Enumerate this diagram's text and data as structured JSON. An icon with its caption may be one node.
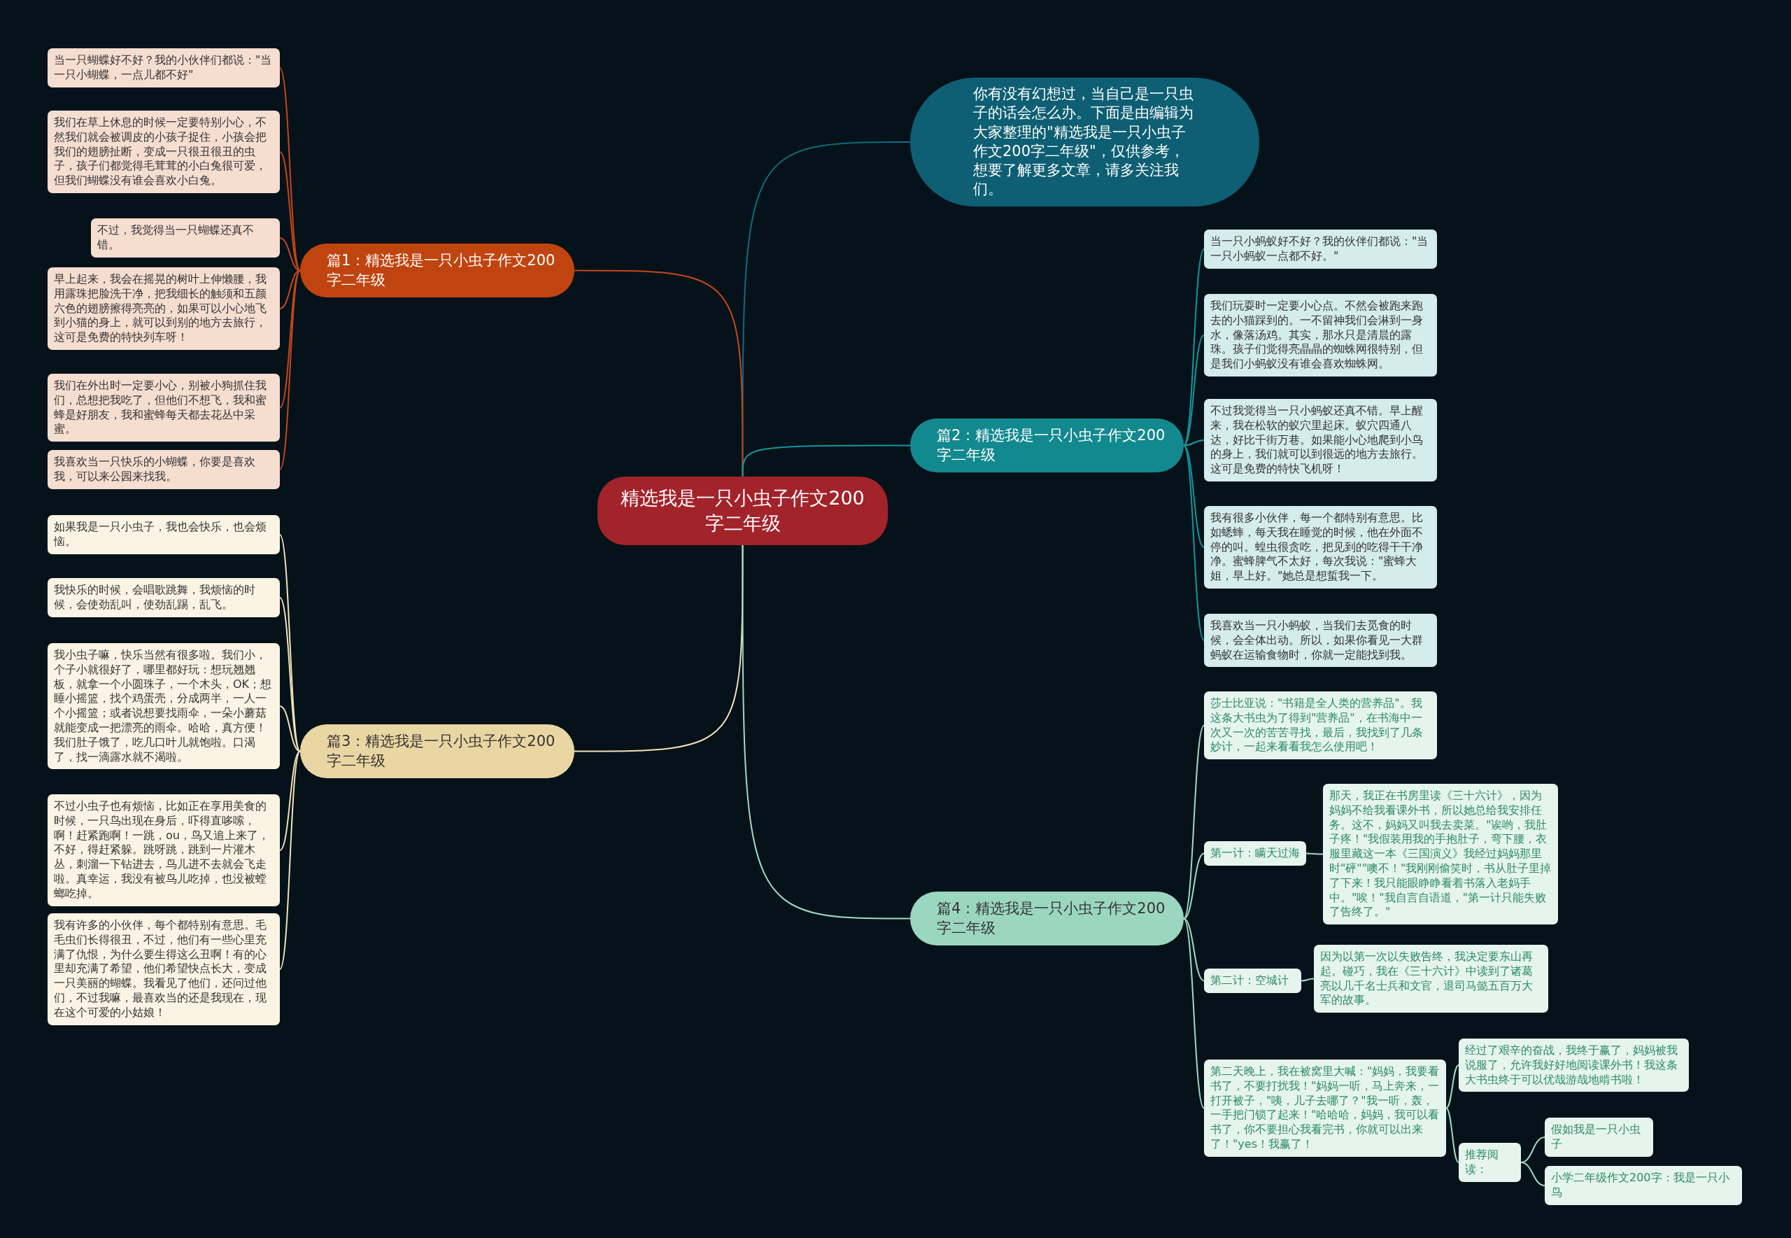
{
  "diagram": {
    "nodes": [
      {
        "text": [
          "精选我是一只小虫子作文200字二年级"
        ]
      },
      {
        "text": [
          "你有没有幻想过，当自己是一只虫子的话会怎么办。下面是由编辑为大家整理的\"精选我是一只小虫子作文200字二年级\"，仅供参考，想要了解更多文章，请多关注我们。"
        ]
      },
      {
        "text": [
          "篇1：精选我是一只小虫子作文200字二年级"
        ]
      },
      {
        "text": [
          "当一只蝴蝶好不好？我的小伙伴们都说：\"当一只小蝴蝶，一点儿都不好\""
        ]
      },
      {
        "text": [
          "我们在草上休息的时候一定要特别小心，不然我们就会被调皮的小孩子捉住，小孩会把我们的翅膀扯断，变成一只很丑很丑的虫子，孩子们都觉得毛茸茸的小白兔很可爱，但我们蝴蝶没有谁会喜欢小白兔。"
        ]
      },
      {
        "text": [
          "不过，我觉得当一只蝴蝶还真不错。"
        ]
      },
      {
        "text": [
          "早上起来，我会在摇晃的树叶上伸懒腰，我用露珠把脸洗干净，把我细长的触须和五颜六色的翅膀擦得亮亮的，如果可以小心地飞到小猫的身上，就可以到别的地方去旅行，这可是免费的特快列车呀！"
        ]
      },
      {
        "text": [
          "我们在外出时一定要小心，别被小狗抓住我们，总想把我吃了，但他们不想飞，我和蜜蜂是好朋友，我和蜜蜂每天都去花丛中采蜜。"
        ]
      },
      {
        "text": [
          "我喜欢当一只快乐的小蝴蝶，你要是喜欢我，可以来公园来找我。"
        ]
      },
      {
        "text": [
          "篇2：精选我是一只小虫子作文200字二年级"
        ]
      },
      {
        "text": [
          "当一只小蚂蚁好不好？我的伙伴们都说：\"当一只小蚂蚁一点都不好。\""
        ]
      },
      {
        "text": [
          "我们玩耍时一定要小心点。不然会被跑来跑去的小猫踩到的。一不留神我们会淋到一身水，像落汤鸡。其实，那水只是清晨的露珠。孩子们觉得亮晶晶的蜘蛛网很特别，但是我们小蚂蚁没有谁会喜欢蜘蛛网。"
        ]
      },
      {
        "text": [
          "不过我觉得当一只小蚂蚁还真不错。早上醒来，我在松软的蚁穴里起床。蚁穴四通八达，好比千街万巷。如果能小心地爬到小鸟的身上，我们就可以到很远的地方去旅行。这可是免费的特快飞机呀！"
        ]
      },
      {
        "text": [
          "我有很多小伙伴，每一个都特别有意思。比如蟋蟀，每天我在睡觉的时候，他在外面不停的叫。蝗虫很贪吃，把见到的吃得干干净净。蜜蜂脾气不太好，每次我说：\"蜜蜂大姐，早上好。\"她总是想蜇我一下。"
        ]
      },
      {
        "text": [
          "我喜欢当一只小蚂蚁，当我们去觅食的时候，会全体出动。所以，如果你看见一大群蚂蚁在运输食物时，你就一定能找到我。"
        ]
      },
      {
        "text": [
          "篇3：精选我是一只小虫子作文200字二年级"
        ]
      },
      {
        "text": [
          "如果我是一只小虫子，我也会快乐，也会烦恼。"
        ]
      },
      {
        "text": [
          "我快乐的时候，会唱歌跳舞，我烦恼的时候，会使劲乱叫，使劲乱踢，乱飞。"
        ]
      },
      {
        "text": [
          "我小虫子嘛，快乐当然有很多啦。我们小，个子小就很好了，哪里都好玩：想玩翘翘板，就拿一个小圆珠子，一个木头，OK；想睡小摇篮，找个鸡蛋壳，分成两半，一人一个小摇篮；或者说想要找雨伞，一朵小蘑菇就能变成一把漂亮的雨伞。哈哈，真方便！我们肚子饿了，吃几口叶儿就饱啦。口渴了，找一滴露水就不渴啦。"
        ]
      },
      {
        "text": [
          "不过小虫子也有烦恼，比如正在享用美食的时候，一只鸟出现在身后，吓得直哆嗦，啊！赶紧跑啊！一跳，ou，鸟又追上来了，不好，得赶紧躲。跳呀跳，跳到一片灌木丛，刺溜一下钻进去，鸟儿进不去就会飞走啦。真幸运，我没有被鸟儿吃掉，也没被螳螂吃掉。"
        ]
      },
      {
        "text": [
          "我有许多的小伙伴，每个都特别有意思。毛毛虫们长得很丑，不过，他们有一些心里充满了仇恨，为什么要生得这么丑啊！有的心里却充满了希望，他们希望快点长大，变成一只美丽的蝴蝶。我看见了他们，还问过他们，不过我嘛，最喜欢当的还是我现在，现在这个可爱的小姑娘！"
        ]
      },
      {
        "text": [
          "篇4：精选我是一只小虫子作文200字二年级"
        ]
      },
      {
        "text": [
          "莎士比亚说：\"书籍是全人类的营养品\"。我这条大书虫为了得到\"营养品\"，在书海中一次又一次的苦苦寻找，最后，我找到了几条妙计，一起来看看我怎么使用吧！"
        ]
      },
      {
        "text": [
          "第一计：瞒天过海"
        ]
      },
      {
        "text": [
          "那天，我正在书房里读《三十六计》，因为妈妈不给我看课外书，所以她总给我安排任务。这不，妈妈又叫我去卖菜。\"诶哟，我肚子疼！\"我假装用我的手抱肚子，弯下腰，衣服里藏这一本《三国演义》我经过妈妈那里时\"砰\"\"噢不！\"我刚刚偷笑时，书从肚子里掉了下来！我只能眼睁睁看着书落入老妈手中。\"唉！\"我自言自语道，\"第一计只能失败了告终了。\""
        ]
      },
      {
        "text": [
          "第二计：空城计"
        ]
      },
      {
        "text": [
          "因为以第一次以失败告终，我决定要东山再起。碰巧，我在《三十六计》中读到了诸葛亮以几千名士兵和文官，退司马懿五百万大军的故事。"
        ]
      },
      {
        "text": [
          "第二天晚上，我在被窝里大喊：\"妈妈，我要看书了，不要打扰我！\"妈妈一听，马上奔来，一打开被子，\"咦，儿子去哪了？\"我一听，轰，一手把门锁了起来！\"哈哈哈，妈妈，我可以看书了，你不要担心我看完书，你就可以出来了！\"yes！我赢了！"
        ]
      },
      {
        "text": [
          "经过了艰辛的奋战，我终于赢了，妈妈被我说服了，允许我好好地阅读课外书！我这条大书虫终于可以优哉游哉地啃书啦！"
        ]
      },
      {
        "text": [
          "推荐阅读："
        ]
      },
      {
        "text": [
          "假如我是一只小虫子"
        ]
      },
      {
        "text": [
          "小学二年级作文200字：我是一只小鸟"
        ]
      }
    ],
    "edges": [
      {
        "from": 0,
        "to": 1,
        "arrow": "none",
        "color": "#0e6b7e"
      },
      {
        "from": 0,
        "to": 2,
        "arrow": "none",
        "color": "#c6471a"
      },
      {
        "from": 2,
        "to": 3,
        "arrow": "none",
        "color": "#c6471a"
      },
      {
        "from": 2,
        "to": 4,
        "arrow": "none",
        "color": "#c6471a"
      },
      {
        "from": 2,
        "to": 5,
        "arrow": "none",
        "color": "#c6471a"
      },
      {
        "from": 2,
        "to": 6,
        "arrow": "none",
        "color": "#c6471a"
      },
      {
        "from": 2,
        "to": 7,
        "arrow": "none",
        "color": "#c6471a"
      },
      {
        "from": 2,
        "to": 8,
        "arrow": "none",
        "color": "#c6471a"
      },
      {
        "from": 0,
        "to": 9,
        "arrow": "none",
        "color": "#14979b"
      },
      {
        "from": 9,
        "to": 10,
        "arrow": "none",
        "color": "#14979b"
      },
      {
        "from": 9,
        "to": 11,
        "arrow": "none",
        "color": "#14979b"
      },
      {
        "from": 9,
        "to": 12,
        "arrow": "none",
        "color": "#14979b"
      },
      {
        "from": 9,
        "to": 13,
        "arrow": "none",
        "color": "#14979b"
      },
      {
        "from": 9,
        "to": 14,
        "arrow": "none",
        "color": "#14979b"
      },
      {
        "from": 0,
        "to": 15,
        "arrow": "none",
        "color": "#f1e3b8"
      },
      {
        "from": 15,
        "to": 16,
        "arrow": "none",
        "color": "#f1e3b8"
      },
      {
        "from": 15,
        "to": 17,
        "arrow": "none",
        "color": "#f1e3b8"
      },
      {
        "from": 15,
        "to": 18,
        "arrow": "none",
        "color": "#f1e3b8"
      },
      {
        "from": 15,
        "to": 19,
        "arrow": "none",
        "color": "#f1e3b8"
      },
      {
        "from": 15,
        "to": 20,
        "arrow": "none",
        "color": "#f1e3b8"
      },
      {
        "from": 0,
        "to": 21,
        "arrow": "none",
        "color": "#9fdcc4"
      },
      {
        "from": 21,
        "to": 22,
        "arrow": "none",
        "color": "#9fdcc4"
      },
      {
        "from": 21,
        "to": 23,
        "arrow": "none",
        "color": "#9fdcc4"
      },
      {
        "from": 23,
        "to": 24,
        "arrow": "none",
        "color": "#9fdcc4"
      },
      {
        "from": 21,
        "to": 25,
        "arrow": "none",
        "color": "#9fdcc4"
      },
      {
        "from": 25,
        "to": 26,
        "arrow": "none",
        "color": "#9fdcc4"
      },
      {
        "from": 21,
        "to": 27,
        "arrow": "none",
        "color": "#9fdcc4"
      },
      {
        "from": 27,
        "to": 28,
        "arrow": "none",
        "color": "#9fdcc4"
      },
      {
        "from": 27,
        "to": 29,
        "arrow": "none",
        "color": "#9fdcc4"
      },
      {
        "from": 29,
        "to": 30,
        "arrow": "none",
        "color": "#9fdcc4"
      },
      {
        "from": 29,
        "to": 31,
        "arrow": "none",
        "color": "#9fdcc4"
      }
    ]
  }
}
